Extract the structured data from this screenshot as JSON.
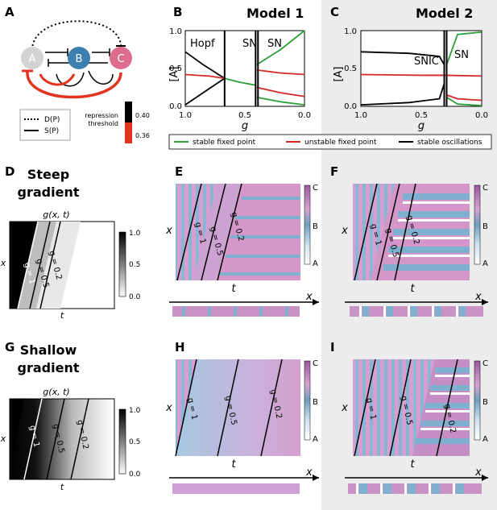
{
  "panel_labels": {
    "A": "A",
    "B": "B",
    "C": "C",
    "D": "D",
    "E": "E",
    "F": "F",
    "G": "G",
    "H": "H",
    "I": "I"
  },
  "panel_a": {
    "nodes": [
      "A",
      "B",
      "C"
    ],
    "legend_dashed": "D(P)",
    "legend_solid": "S(P)",
    "threshold_label_1": "repression",
    "threshold_label_2": "threshold",
    "threshold_high": "0.40",
    "threshold_low": "0.36",
    "colors": {
      "A": "#d3d3d3",
      "B": "#3d7fb1",
      "C": "#dc6d8f",
      "repression": "#e2351f"
    }
  },
  "model_titles": {
    "model1": "Model 1",
    "model2": "Model 2"
  },
  "bifurcation_labels": {
    "hopf": "Hopf",
    "sn_1": "SN",
    "sn_2": "SN",
    "snic": "SNIC",
    "sn_3": "SN"
  },
  "axes": {
    "ylabel": "[A]",
    "xlabel": "g",
    "x_ticks": [
      "1.0",
      "0.5",
      "0.0"
    ],
    "y_ticks": [
      "0.0",
      "0.5",
      "1.0"
    ]
  },
  "legend": {
    "stable": "stable fixed point",
    "unstable": "unstable fixed point",
    "osc": "stable oscillations",
    "colors": {
      "stable": "#2e9e38",
      "unstable": "#d62728",
      "osc": "#000000"
    }
  },
  "gradients": {
    "steep_1": "Steep",
    "steep_2": "gradient",
    "shallow_1": "Shallow",
    "shallow_2": "gradient",
    "func": "g(x, t)",
    "cbar_ticks": [
      "1.0",
      "0.5",
      "0.0"
    ],
    "contours": [
      "g = 1",
      "g = 0.5",
      "g = 0.2"
    ]
  },
  "kymo": {
    "xlabel": "t",
    "ylabel": "x",
    "cbar_ticks": [
      "C",
      "B",
      "A"
    ],
    "contours": [
      "g = 1",
      "g = 0.5",
      "g = 0.2"
    ],
    "strip_label": "x"
  },
  "chart_data": [
    {
      "type": "line",
      "title": "Model 1",
      "xlabel": "g",
      "ylabel": "[A]",
      "xlim": [
        1.0,
        0.0
      ],
      "ylim": [
        0.0,
        1.0
      ],
      "bifurcations": [
        {
          "label": "Hopf",
          "g": 0.67
        },
        {
          "label": "SN",
          "g": 0.41
        },
        {
          "label": "SN",
          "g": 0.39
        }
      ],
      "series": [
        {
          "name": "stable oscillations",
          "points": [
            [
              1.0,
              0.72
            ],
            [
              0.85,
              0.55
            ],
            [
              0.67,
              0.37
            ]
          ]
        },
        {
          "name": "stable oscillations",
          "points": [
            [
              1.0,
              0.02
            ],
            [
              0.85,
              0.18
            ],
            [
              0.67,
              0.37
            ]
          ]
        },
        {
          "name": "unstable fixed point",
          "points": [
            [
              1.0,
              0.42
            ],
            [
              0.8,
              0.4
            ],
            [
              0.67,
              0.37
            ]
          ]
        },
        {
          "name": "stable fixed point",
          "points": [
            [
              0.67,
              0.37
            ],
            [
              0.55,
              0.32
            ],
            [
              0.41,
              0.28
            ]
          ]
        },
        {
          "name": "stable fixed point",
          "points": [
            [
              0.4,
              0.55
            ],
            [
              0.2,
              0.75
            ],
            [
              0.0,
              1.0
            ]
          ]
        },
        {
          "name": "unstable fixed point",
          "points": [
            [
              0.4,
              0.48
            ],
            [
              0.2,
              0.44
            ],
            [
              0.0,
              0.42
            ]
          ]
        },
        {
          "name": "stable fixed point",
          "points": [
            [
              0.4,
              0.12
            ],
            [
              0.2,
              0.06
            ],
            [
              0.0,
              0.02
            ]
          ]
        },
        {
          "name": "unstable fixed point",
          "points": [
            [
              0.4,
              0.25
            ],
            [
              0.2,
              0.18
            ],
            [
              0.0,
              0.13
            ]
          ]
        }
      ]
    },
    {
      "type": "line",
      "title": "Model 2",
      "xlabel": "g",
      "ylabel": "[A]",
      "xlim": [
        1.0,
        0.0
      ],
      "ylim": [
        0.0,
        1.0
      ],
      "bifurcations": [
        {
          "label": "SNIC",
          "g": 0.31
        },
        {
          "label": "SN",
          "g": 0.29
        }
      ],
      "series": [
        {
          "name": "stable oscillations",
          "points": [
            [
              1.0,
              0.72
            ],
            [
              0.6,
              0.7
            ],
            [
              0.35,
              0.66
            ],
            [
              0.31,
              0.55
            ]
          ]
        },
        {
          "name": "stable oscillations",
          "points": [
            [
              1.0,
              0.02
            ],
            [
              0.6,
              0.05
            ],
            [
              0.35,
              0.1
            ],
            [
              0.31,
              0.3
            ]
          ]
        },
        {
          "name": "unstable fixed point",
          "points": [
            [
              1.0,
              0.42
            ],
            [
              0.5,
              0.41
            ],
            [
              0.31,
              0.41
            ],
            [
              0.0,
              0.4
            ]
          ]
        },
        {
          "name": "stable fixed point",
          "points": [
            [
              0.29,
              0.55
            ],
            [
              0.2,
              0.95
            ],
            [
              0.0,
              0.98
            ]
          ]
        },
        {
          "name": "stable fixed point",
          "points": [
            [
              0.29,
              0.12
            ],
            [
              0.2,
              0.03
            ],
            [
              0.0,
              0.01
            ]
          ]
        },
        {
          "name": "unstable fixed point",
          "points": [
            [
              0.29,
              0.15
            ],
            [
              0.2,
              0.1
            ],
            [
              0.0,
              0.08
            ]
          ]
        }
      ]
    }
  ]
}
